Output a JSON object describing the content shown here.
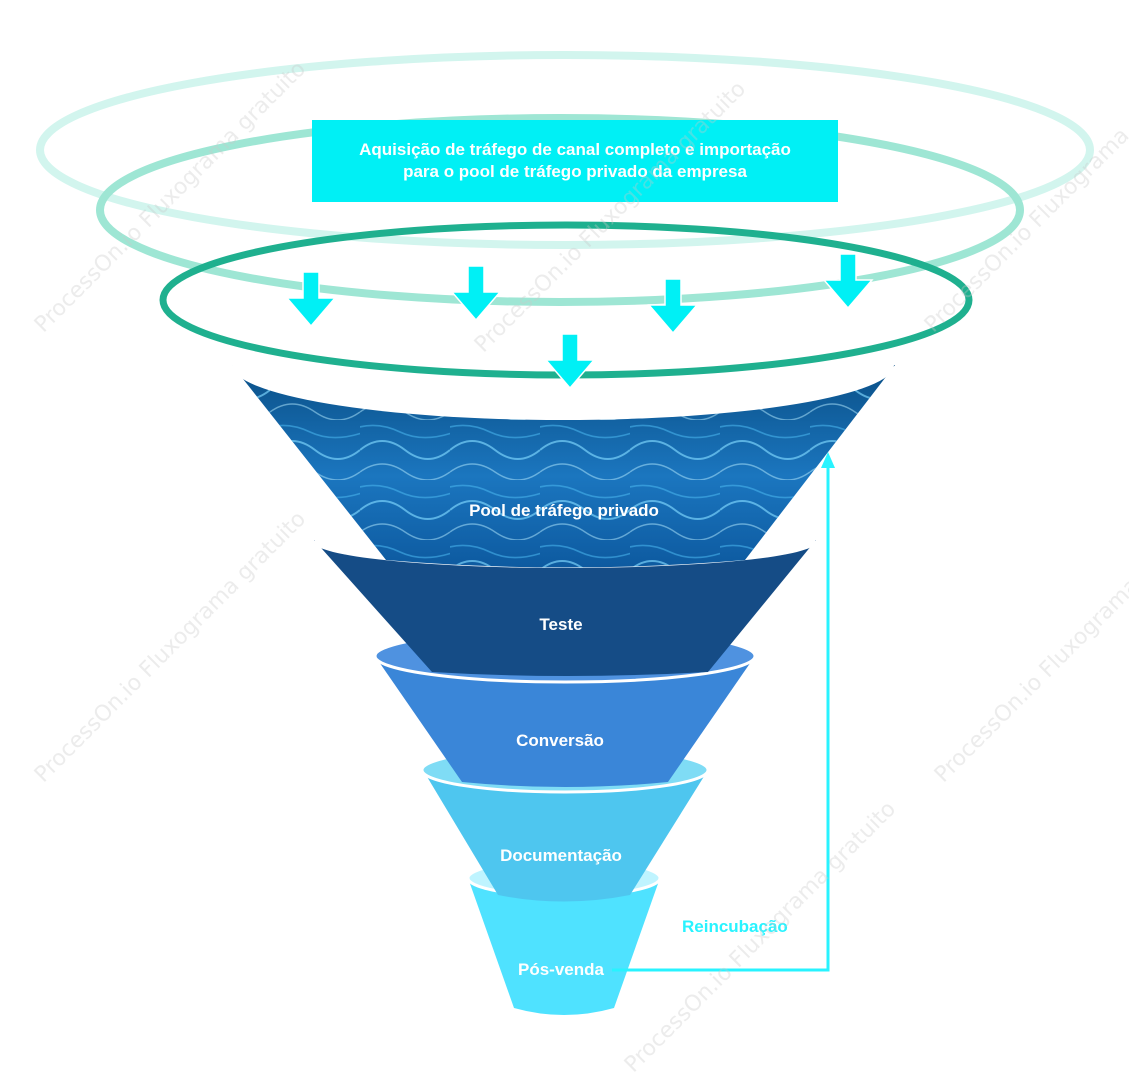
{
  "header": {
    "text": "Aquisição de tráfego de canal completo e importação\npara o pool de tráfego privado da empresa"
  },
  "stages": [
    {
      "label": "Pool de tráfego privado"
    },
    {
      "label": "Teste"
    },
    {
      "label": "Conversão"
    },
    {
      "label": "Documentação"
    },
    {
      "label": "Pós-venda"
    }
  ],
  "loop": {
    "label": "Reincubação"
  },
  "watermark": {
    "text": "ProcessOn.io Fluxograma gratuito"
  },
  "colors": {
    "accent": "#00f0f5",
    "ring_outer": "#d2f5ee",
    "ring_middle": "#9ee6d4",
    "ring_inner": "#1fb08f",
    "pool_dark": "#0a4f86",
    "pool_light": "#2a8fd0",
    "teste": "#154c86",
    "conversao": "#3a86d8",
    "documentacao": "#4ec6ef",
    "posvenda": "#4fe2ff",
    "loop_line": "#28f3ff"
  },
  "icons": {
    "arrow": "arrow-down-icon"
  }
}
